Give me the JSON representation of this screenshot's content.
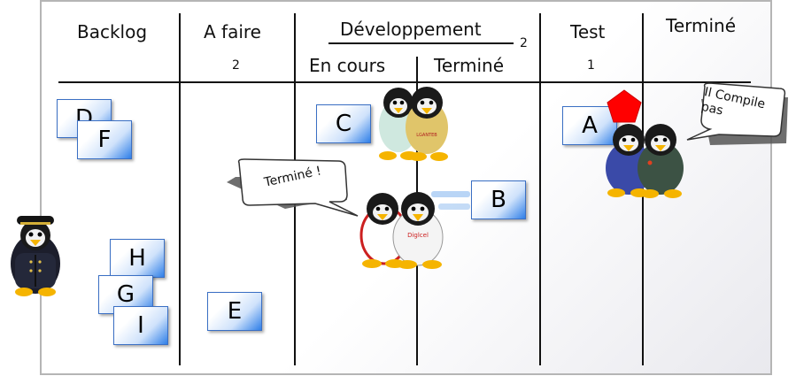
{
  "columns": {
    "backlog": "Backlog",
    "a_faire": "A faire",
    "a_faire_wip": "2",
    "developpement": "Développement",
    "developpement_wip": "2",
    "en_cours": "En cours",
    "dev_termine": "Terminé",
    "test": "Test",
    "test_wip": "1",
    "termine": "Terminé"
  },
  "cards": {
    "d": "D",
    "f": "F",
    "h": "H",
    "g": "G",
    "i": "I",
    "e": "E",
    "c": "C",
    "b": "B",
    "a": "A"
  },
  "bubbles": {
    "termine": "Terminé !",
    "compile_line1": "Il Compile",
    "compile_line2": "pas"
  },
  "penguin_badges": {
    "badge1": "LGANTEB",
    "badge2": "Diglcel"
  },
  "colors": {
    "card_accent": "#2f7fe8",
    "blocker": "#ff0000",
    "grid_line": "#111111"
  }
}
